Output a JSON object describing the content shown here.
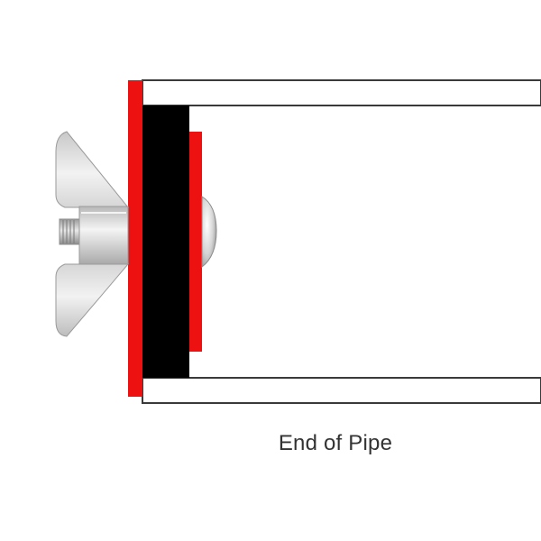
{
  "caption": "End of Pipe",
  "colors": {
    "background": "#ffffff",
    "pipe_fill": "#ffffff",
    "pipe_stroke": "#3a3a3a",
    "gasket_red": "#ee1111",
    "plug_black": "#000000",
    "metal_light": "#f2f2f2",
    "metal_mid": "#c8c8c8",
    "metal_dark": "#8a8a8a",
    "caption_text": "#333333"
  },
  "parts": {
    "pipe": "pipe-section",
    "outer_gasket": "outer-red-gasket",
    "rubber_plug": "black-rubber-plug",
    "inner_washer": "inner-red-washer",
    "bolt_head": "bolt-dome-head",
    "wing_nut": "wing-nut",
    "threaded_bolt": "threaded-bolt-shaft"
  }
}
